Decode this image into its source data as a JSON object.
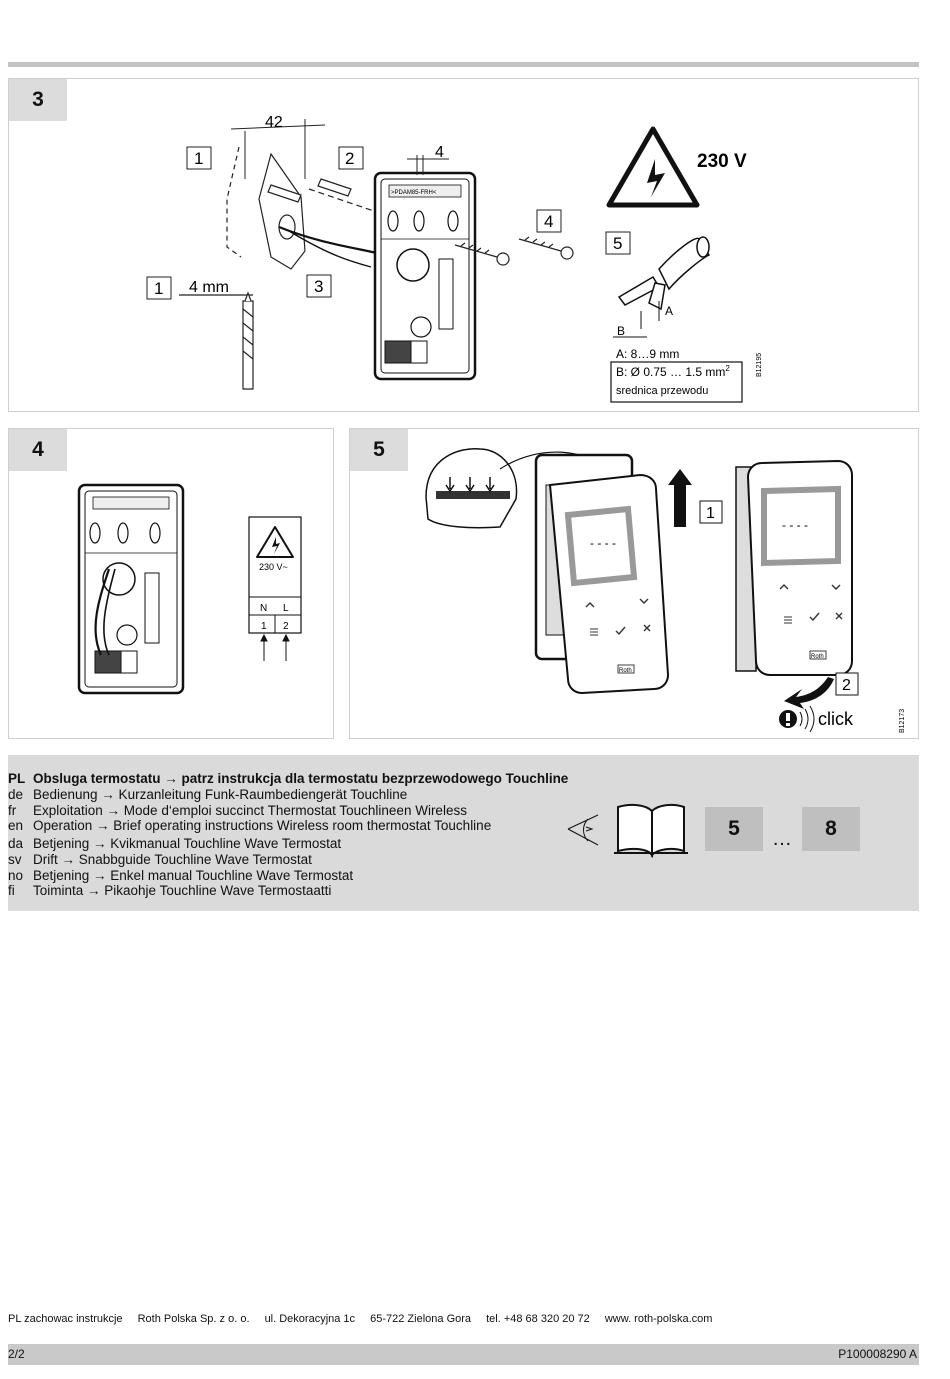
{
  "panels": {
    "p3": {
      "number": "3",
      "dim_width": "42",
      "dim_gap": "4",
      "drill_size": "4 mm",
      "step1": "1",
      "step1b": "1",
      "step2": "2",
      "step3": "3",
      "step4": "4",
      "step5": "5",
      "voltage": "230 V",
      "label_a": "A",
      "label_b": "B",
      "spec_a": "A: 8…9 mm",
      "spec_b_prefix": "B: Ø 0.75 … 1.5 mm",
      "spec_b_sup": "2",
      "spec_note": "srednica przewodu",
      "ref_code": "B12195",
      "brand_strip": ">PDAM85-FRH<"
    },
    "p4": {
      "number": "4",
      "voltage": "230 V~",
      "terminal_n": "N",
      "terminal_l": "L",
      "terminal_1": "1",
      "terminal_2": "2"
    },
    "p5": {
      "number": "5",
      "step1": "1",
      "step2": "2",
      "click_label": "click",
      "display_dashes": "- - - -",
      "brand_mark": "Roth",
      "ref_code": "B12173"
    }
  },
  "instructions": {
    "lines": [
      {
        "code": "PL",
        "text": "Obsluga termostatu → patrz instrukcja dla termostatu bezprzewodowego Touchline",
        "bold": true
      },
      {
        "code": "de",
        "text": "Bedienung → Kurzanleitung Funk-Raumbediengerät Touchline"
      },
      {
        "code": "fr",
        "text": "Exploitation → Mode d‘emploi succinct Thermostat Touchlineen Wireless"
      },
      {
        "code": "en",
        "text": "Operation → Brief operating instructions Wireless room thermostat Touchline"
      },
      {
        "code": "da",
        "text": "Betjening → Kvikmanual Touchline Wave Termostat"
      },
      {
        "code": "sv",
        "text": "Drift → Snabbguide Touchline Wave Termostat"
      },
      {
        "code": "no",
        "text": "Betjening → Enkel manual Touchline Wave Termostat"
      },
      {
        "code": "fi",
        "text": "Toiminta → Pikaohje Touchline Wave Termostaatti"
      }
    ],
    "page_from": "5",
    "page_sep": "…",
    "page_to": "8"
  },
  "footer": {
    "items": [
      "PL zachowac instrukcje",
      "Roth Polska Sp. z o. o.",
      "ul. Dekoracyjna 1c",
      "65-722 Zielona Gora",
      "tel. +48 68 320 20 72",
      "www. roth-polska.com"
    ],
    "page": "2/2",
    "doc_number": "P100008290 A"
  }
}
